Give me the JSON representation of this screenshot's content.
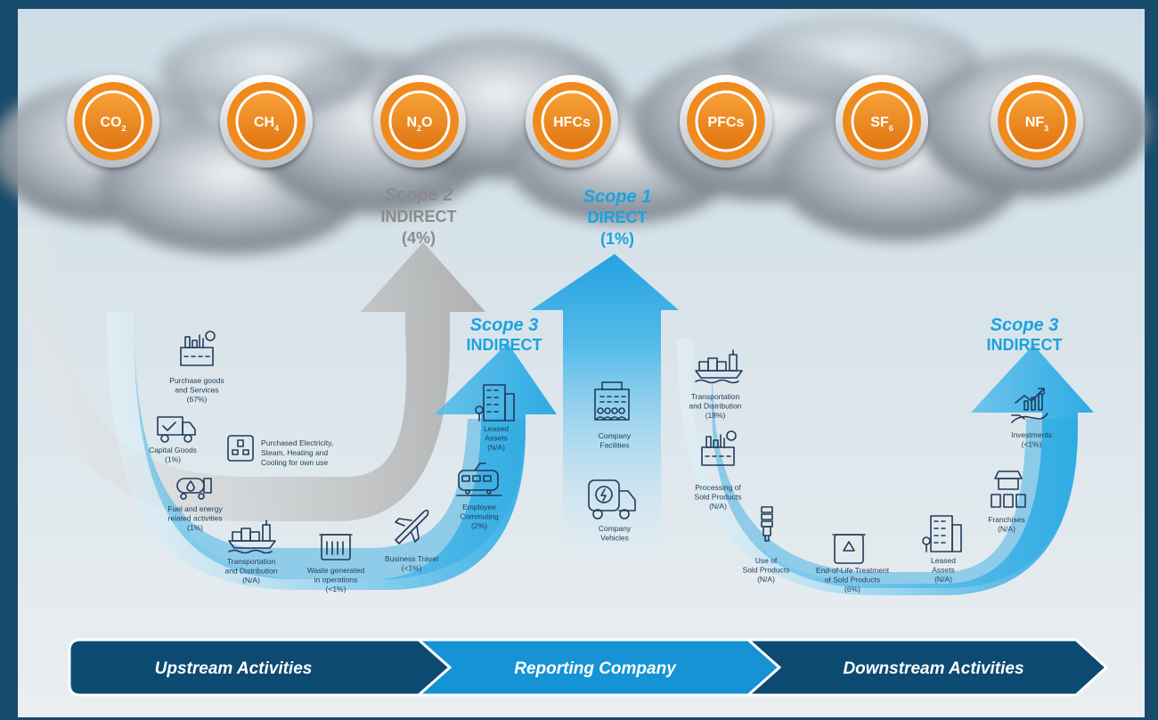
{
  "gases": [
    {
      "base": "CO",
      "sub": "2"
    },
    {
      "base": "CH",
      "sub": "4"
    },
    {
      "base": "N",
      "sub": "2",
      "tail": "O"
    },
    {
      "base": "HFCs",
      "sub": ""
    },
    {
      "base": "PFCs",
      "sub": ""
    },
    {
      "base": "SF",
      "sub": "6"
    },
    {
      "base": "NF",
      "sub": "3"
    }
  ],
  "scope2": {
    "title": "Scope 2",
    "kind": "INDIRECT",
    "pct": "(4%)"
  },
  "scope1": {
    "title": "Scope 1",
    "kind": "DIRECT",
    "pct": "(1%)"
  },
  "scope3_up": {
    "title": "Scope 3",
    "kind": "INDIRECT"
  },
  "scope3_down": {
    "title": "Scope 3",
    "kind": "INDIRECT"
  },
  "upstream_items": {
    "purchase": [
      "Purchase goods",
      "and Services",
      "(67%)"
    ],
    "capital": [
      "Capital Goods",
      "(1%)"
    ],
    "fuel": [
      "Fuel and energy",
      "related activities",
      "(1%)"
    ],
    "transport": [
      "Transportation",
      "and Distribution",
      "(N/A)"
    ],
    "waste": [
      "Waste generated",
      "in operations",
      "(<1%)"
    ],
    "travel": [
      "Business Travel",
      "(<1%)"
    ],
    "commuting": [
      "Employee",
      "Commuting",
      "(2%)"
    ],
    "leased": [
      "Leased",
      "Assets",
      "(N/A)"
    ]
  },
  "electricity": [
    "Purchased Electricity,",
    "Steam, Heating and",
    "Cooling for own use"
  ],
  "company": {
    "facilities": [
      "Company",
      "Facilities"
    ],
    "vehicles": [
      "Company",
      "Vehicles"
    ]
  },
  "downstream_items": {
    "transport": [
      "Transportation",
      "and Distribution",
      "(18%)"
    ],
    "processing": [
      "Processing of",
      "Sold Products",
      "(N/A)"
    ],
    "use": [
      "Use of",
      "Sold Products",
      "(N/A)"
    ],
    "eol": [
      "End-of-Life Treatment",
      "of Sold Products",
      "(6%)"
    ],
    "leased": [
      "Leased",
      "Assets",
      "(N/A)"
    ],
    "franchises": [
      "Franchises",
      "(N/A)"
    ],
    "investments": [
      "Investments",
      "(<1%)"
    ]
  },
  "bottom_bar": [
    "Upstream Activities",
    "Reporting Company",
    "Downstream Activities"
  ],
  "colors": {
    "frame": "#174a6b",
    "orange": "#f08a1c",
    "scope_blue": "#1aa3e0",
    "scope_grey": "#8d8d8d",
    "dark_text": "#1f3c5a",
    "bar_dark": "#0d4a72",
    "bar_mid": "#1593d4"
  }
}
